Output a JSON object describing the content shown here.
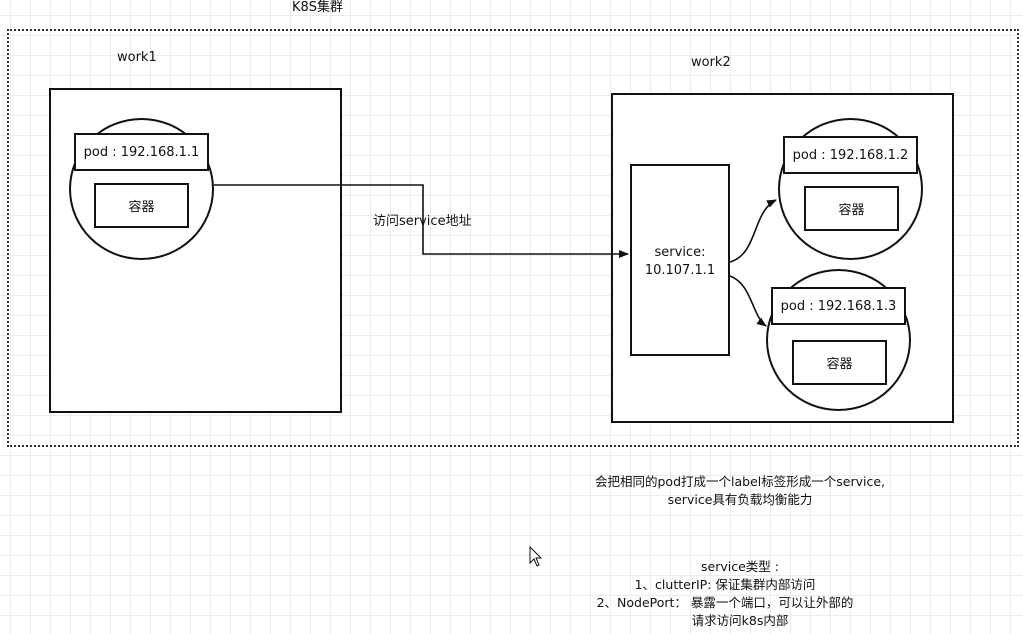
{
  "cluster": {
    "title": "K8S集群"
  },
  "work1": {
    "label": "work1",
    "pod": {
      "label": "pod : 192.168.1.1",
      "container": "容器"
    }
  },
  "work2": {
    "label": "work2",
    "service": {
      "line1": "service:",
      "line2": "10.107.1.1"
    },
    "pods": [
      {
        "label": "pod : 192.168.1.2",
        "container": "容器"
      },
      {
        "label": "pod : 192.168.1.3",
        "container": "容器"
      }
    ]
  },
  "edge_label": "访问service地址",
  "notes": {
    "label_line1": "会把相同的pod打成一个label标签形成一个service,",
    "label_line2": "service具有负载均衡能力",
    "types_title": "service类型 :",
    "types_line1": "1、clutterIP: 保证集群内部访问",
    "types_line2": "2、NodePort： 暴露一个端口，可以让外部的",
    "types_line3": "请求访问k8s内部"
  }
}
